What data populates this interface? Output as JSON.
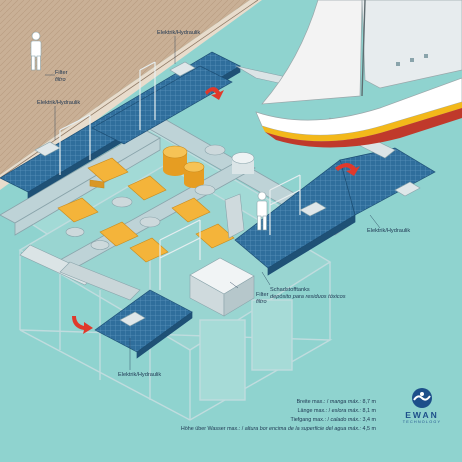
{
  "labels": {
    "elektrik_hydraulik": "Elektrik/Hydraulik",
    "filter": "Filter",
    "filtro": "filtro",
    "schadstofftanks": "Schadstofftanks",
    "deposito": "depósito para residuos tóxicos"
  },
  "specs": [
    {
      "label": "Breite max.: / ",
      "italic": "manga máx.: ",
      "value": "8,7 m"
    },
    {
      "label": "Länge max.: / ",
      "italic": "eslora máx.: ",
      "value": "8,1 m"
    },
    {
      "label": "Tiefgang max.: / ",
      "italic": "calado máx.: ",
      "value": "3,4 m"
    },
    {
      "label": "Höhe über Wasser max.: / ",
      "italic": "altura bor encima de la superficie del agua máx.: ",
      "value": "4,5 m"
    }
  ],
  "logo": {
    "name": "EWAN",
    "tagline": "TECHNOLOGY"
  },
  "colors": {
    "water": "#8fd3cf",
    "quay": "#c9b096",
    "deck": "#2f6e9c",
    "frame": "#b9cfd3",
    "tank": "#f4b43a",
    "arrow": "#e0392b",
    "hull": "#ffffff",
    "hull_stripe": "#f3b81a",
    "hull_bottom": "#c0392b"
  }
}
